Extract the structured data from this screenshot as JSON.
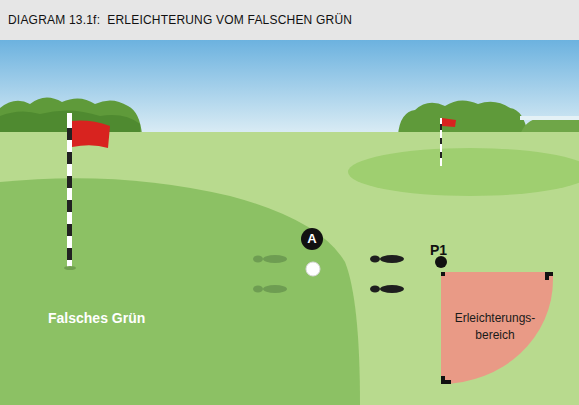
{
  "diagram": {
    "title": "DIAGRAM 13.1f:  ERLEICHTERUNG VOM FALSCHEN GRÜN",
    "nodes": [
      {
        "text": [
          "A"
        ]
      },
      {
        "text": [
          "Erleichterungs- bereich"
        ]
      }
    ],
    "labels": [
      "P1",
      "Falsches Grün"
    ]
  }
}
